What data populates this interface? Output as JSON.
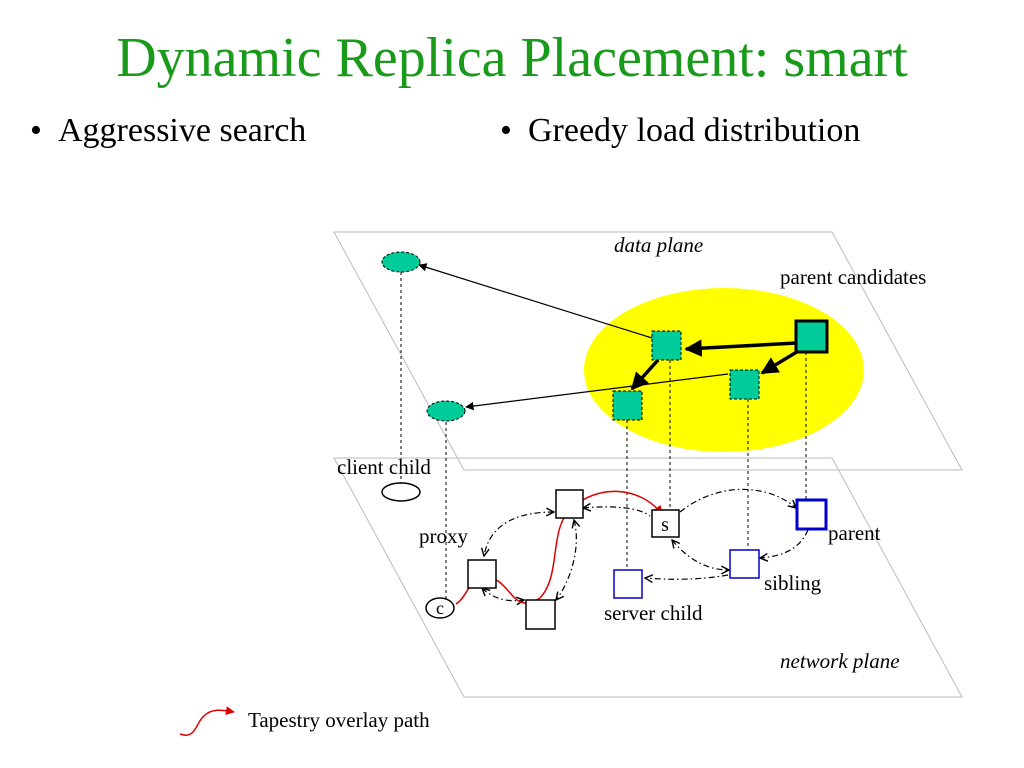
{
  "slide": {
    "title": "Dynamic Replica Placement: smart",
    "bullets": [
      {
        "bullet": "•",
        "text": "Aggressive search"
      },
      {
        "bullet": "•",
        "text": "Greedy load distribution"
      }
    ]
  },
  "diagram": {
    "labels": {
      "data_plane": "data plane",
      "parent_candidates": "parent candidates",
      "client_child": "client child",
      "proxy": "proxy",
      "server_node": "s",
      "parent": "parent",
      "sibling": "sibling",
      "server_child": "server child",
      "client_node": "c",
      "network_plane": "network plane"
    },
    "legend": {
      "tapestry_path": "Tapestry overlay path"
    },
    "colors": {
      "title": "#1a9a1a",
      "replica_fill": "#00cc99",
      "highlight": "#ffff00",
      "overlay_path": "#dd0000",
      "blue_node": "#0000cc"
    }
  }
}
